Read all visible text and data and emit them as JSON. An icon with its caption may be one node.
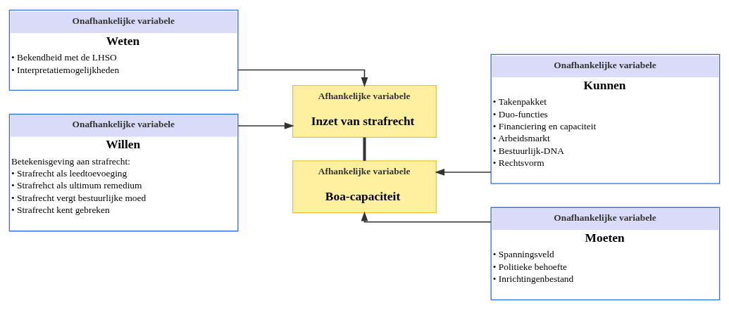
{
  "diagram": {
    "nodes": [
      {
        "text": [
          "Onafhankelijke variabele",
          "Weten",
          "• Bekendheid met de LHSO",
          "• Interpretatiemogelijkheden"
        ]
      },
      {
        "text": [
          "Onafhankelijke variabele",
          "Kunnen",
          "• Takenpakket",
          "• Duo-functies",
          "• Financiering en capaciteit",
          "• Arbeidsmarkt",
          "• Bestuurlijk-DNA",
          "• Rechtsvorm"
        ]
      },
      {
        "text": [
          "Afhankelijke variabele",
          "Inzet van strafrecht"
        ]
      },
      {
        "text": [
          "Afhankelijke variabele",
          "Boa-capaciteit"
        ]
      },
      {
        "text": [
          "Onafhankelijke variabele",
          "Willen",
          "Betekenisgeving aan strafrecht:",
          "• Strafrecht als leedtoevoeging",
          "• Strafrehct als ultimum remedium",
          "• Strafrecht vergt bestuurlijke moed",
          "• Strafrecht kent gebreken"
        ]
      },
      {
        "text": [
          "Onafhankelijke variabele",
          "Moeten",
          "• Spanningsveld",
          "• Politieke behoefte",
          "• Inrichtingenbestand"
        ]
      }
    ],
    "edges": [
      {
        "from": 0,
        "to": 2,
        "arrow": "to"
      },
      {
        "from": 4,
        "to": 2,
        "arrow": "to"
      },
      {
        "from": 1,
        "to": 3,
        "arrow": "to"
      },
      {
        "from": 5,
        "to": 3,
        "arrow": "to"
      },
      {
        "from": 2,
        "to": 3,
        "arrow": "none",
        "style": "thick"
      }
    ]
  }
}
